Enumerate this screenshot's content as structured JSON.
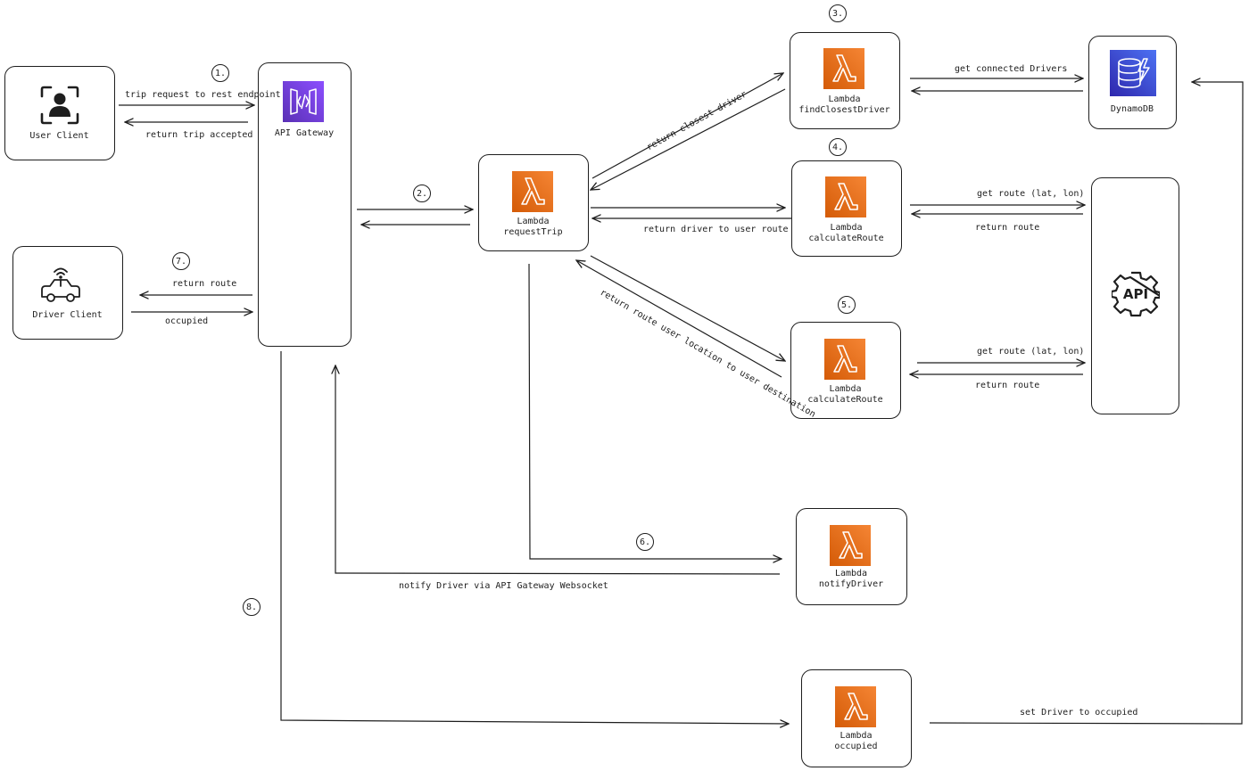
{
  "colors": {
    "stroke": "#1e1e1e",
    "lambda_top": "#f58534",
    "lambda_bottom": "#d45b07",
    "apigw_top": "#8c4fff",
    "apigw_bottom": "#5a30b5",
    "dynamo_top": "#4d72f3",
    "dynamo_bottom": "#2e27ad"
  },
  "nodes": {
    "user_client": {
      "label": "User Client",
      "icon": "user-icon"
    },
    "driver_client": {
      "label": "Driver Client",
      "icon": "car-icon"
    },
    "api_gateway": {
      "label": "API Gateway",
      "icon": "api-gateway-icon"
    },
    "request_trip": {
      "line1": "Lambda",
      "line2": "requestTrip",
      "icon": "lambda-icon"
    },
    "find_closest": {
      "line1": "Lambda",
      "line2": "findClosestDriver",
      "icon": "lambda-icon"
    },
    "calc_route_1": {
      "line1": "Lambda",
      "line2": "calculateRoute",
      "icon": "lambda-icon"
    },
    "calc_route_2": {
      "line1": "Lambda",
      "line2": "calculateRoute",
      "icon": "lambda-icon"
    },
    "notify_driver": {
      "line1": "Lambda",
      "line2": "notifyDriver",
      "icon": "lambda-icon"
    },
    "occupied_fn": {
      "line1": "Lambda",
      "line2": "occupied",
      "icon": "lambda-icon"
    },
    "dynamodb": {
      "label": "DynamoDB",
      "icon": "dynamodb-icon"
    },
    "external_api": {
      "label": "API",
      "icon": "api-gear-icon"
    }
  },
  "steps": [
    "1.",
    "2.",
    "3.",
    "4.",
    "5.",
    "6.",
    "7.",
    "8."
  ],
  "edges": {
    "trip_request": "trip request to rest endpoint",
    "trip_accepted": "return trip accepted",
    "closest_driver": "return closest driver",
    "connected_drivers": "get connected Drivers",
    "driver_to_user": "return driver to user route",
    "get_route_1": "get route (lat, lon)",
    "return_route_1": "return route",
    "user_destination": "return route user location to user destination",
    "get_route_2": "get route (lat, lon)",
    "return_route_2": "return route",
    "return_route_driver": "return route",
    "occupied": "occupied",
    "notify_ws": "notify Driver via API Gateway Websocket",
    "set_occupied": "set Driver to occupied"
  }
}
